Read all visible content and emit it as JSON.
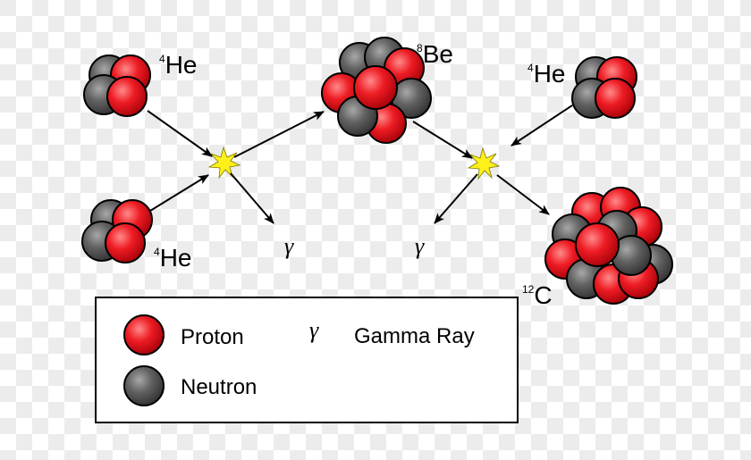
{
  "colors": {
    "proton": "#e8141c",
    "neutron": "#5e5e5e",
    "arrow": "#000000",
    "flash": "#ffef1a"
  },
  "nuclei": {
    "he4_top": {
      "mass": "4",
      "symbol": "He",
      "protons": 2,
      "neutrons": 2
    },
    "he4_bottom": {
      "mass": "4",
      "symbol": "He",
      "protons": 2,
      "neutrons": 2
    },
    "be8": {
      "mass": "8",
      "symbol": "Be",
      "protons": 4,
      "neutrons": 4
    },
    "he4_right": {
      "mass": "4",
      "symbol": "He",
      "protons": 2,
      "neutrons": 2
    },
    "c12": {
      "mass": "12",
      "symbol": "C",
      "protons": 6,
      "neutrons": 6
    }
  },
  "gamma_label": "γ",
  "legend": {
    "proton_label": "Proton",
    "neutron_label": "Neutron",
    "gamma_symbol": "γ",
    "gamma_label": "Gamma Ray"
  }
}
